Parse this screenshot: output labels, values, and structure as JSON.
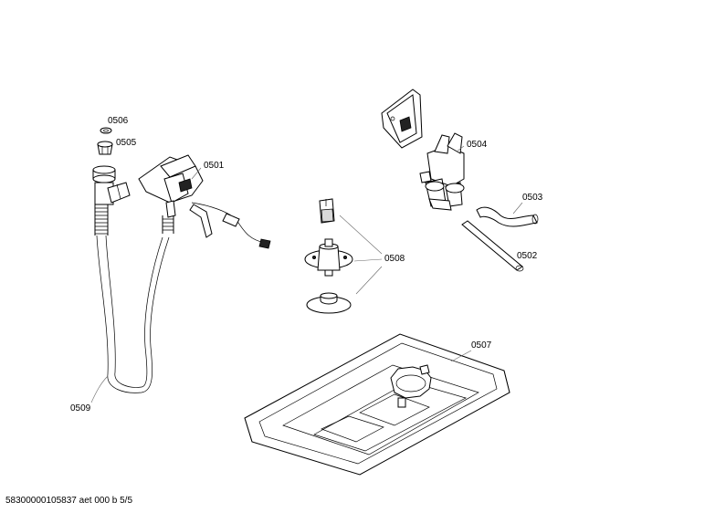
{
  "labels": {
    "p0501": "0501",
    "p0502": "0502",
    "p0503": "0503",
    "p0504": "0504",
    "p0505": "0505",
    "p0506": "0506",
    "p0507": "0507",
    "p0508": "0508",
    "p0509": "0509"
  },
  "footer": "58300000105837 aet 000 b 5/5"
}
